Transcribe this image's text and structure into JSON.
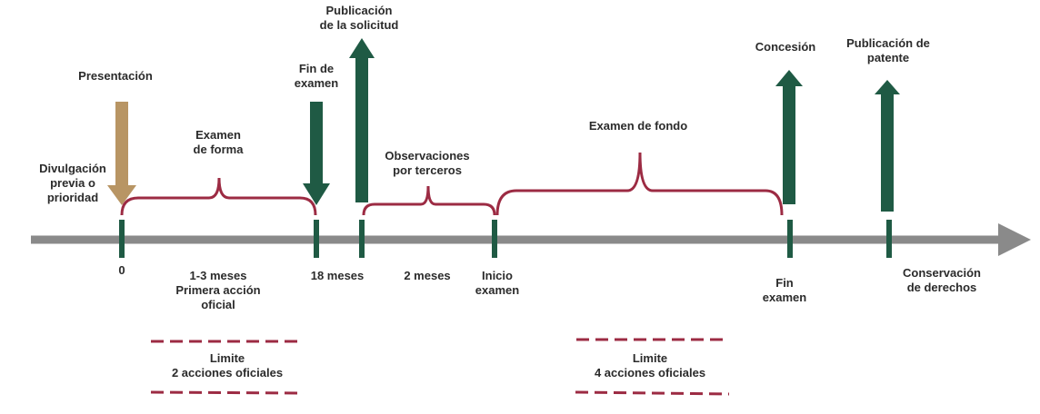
{
  "colors": {
    "timeline": "#8a8a8a",
    "milestone": "#1f5a44",
    "brace": "#9c2b43",
    "presentation_arrow": "#b89564",
    "text": "#2b2b2b",
    "dashed": "#9c2b43"
  },
  "events_above": {
    "divulgacion": [
      "Divulgación",
      "previa o",
      "prioridad"
    ],
    "presentacion": [
      "Presentación"
    ],
    "examen_forma": [
      "Examen",
      "de forma"
    ],
    "fin_examen": [
      "Fin de",
      "examen"
    ],
    "publicacion_solicitud": [
      "Publicación",
      "de la solicitud"
    ],
    "observaciones": [
      "Observaciones",
      "por terceros"
    ],
    "examen_fondo": [
      "Examen de fondo"
    ],
    "concesion": [
      "Concesión"
    ],
    "publicacion_patente": [
      "Publicación de",
      "patente"
    ]
  },
  "events_below": {
    "t0": [
      "0"
    ],
    "meses_1_3": [
      "1-3 meses",
      "Primera acción",
      "oficial"
    ],
    "meses_18": [
      "18 meses"
    ],
    "meses_2": [
      "2 meses"
    ],
    "inicio_examen": [
      "Inicio",
      "examen"
    ],
    "fin_examen2": [
      "Fin",
      "examen"
    ],
    "conservacion": [
      "Conservación",
      "de derechos"
    ]
  },
  "limits": {
    "limite1": [
      "Limite",
      "2 acciones oficiales"
    ],
    "limite2": [
      "Limite",
      "4 acciones oficiales"
    ]
  }
}
